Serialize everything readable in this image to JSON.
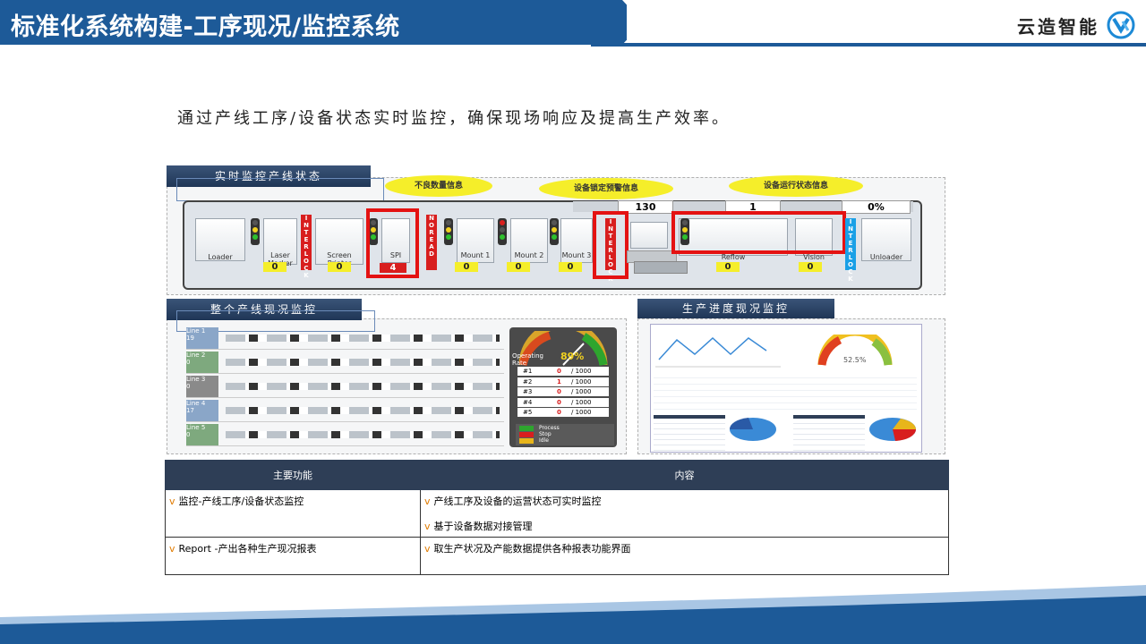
{
  "header": {
    "title": "标准化系统构建-工序现况/监控系统",
    "logo_text": "云造智能"
  },
  "subtitle": "通过产线工序/设备状态实时监控，确保现场响应及提高生产效率。",
  "line_panel": {
    "tab": "实时监控产线状态",
    "callouts": [
      "不良数量信息",
      "设备锁定预警信息",
      "设备运行状态信息"
    ],
    "top_numbers": [
      "130",
      "1",
      "0%"
    ],
    "stations": [
      {
        "label": "Loader",
        "count": ""
      },
      {
        "label": "Laser Marker",
        "count": "0"
      },
      {
        "label": "Screen Printer",
        "count": "0"
      },
      {
        "label": "SPI",
        "count": "4"
      },
      {
        "label": "Mount 1",
        "count": "0"
      },
      {
        "label": "Mount 2",
        "count": "0"
      },
      {
        "label": "Mount 3",
        "count": "0"
      },
      {
        "label": "Reflow",
        "count": "0"
      },
      {
        "label": "Vision",
        "count": "0"
      },
      {
        "label": "Unloader",
        "count": ""
      }
    ],
    "strips": [
      "INTERLOCK",
      "NOREAD",
      "INTERLOCK",
      "INTERLOCK"
    ]
  },
  "overview_panel": {
    "tab": "整个产线现况监控",
    "lines": [
      {
        "name": "Line 1",
        "num": "19"
      },
      {
        "name": "Line 2",
        "num": "0"
      },
      {
        "name": "Line 3",
        "num": "0"
      },
      {
        "name": "Line 4",
        "num": "17"
      },
      {
        "name": "Line 5",
        "num": "0"
      }
    ],
    "gauge_label": "Operating Rate",
    "gauge_value": "89%",
    "rows": [
      {
        "id": "#1",
        "val": "0",
        "total": "/ 1000"
      },
      {
        "id": "#2",
        "val": "1",
        "total": "/ 1000"
      },
      {
        "id": "#3",
        "val": "0",
        "total": "/ 1000"
      },
      {
        "id": "#4",
        "val": "0",
        "total": "/ 1000"
      },
      {
        "id": "#5",
        "val": "0",
        "total": "/ 1000"
      }
    ],
    "legend": [
      "Process",
      "Stop",
      "Idle"
    ],
    "colors": {
      "process": "#2ea52e",
      "stop": "#d81e1e",
      "idle": "#e8b51a"
    }
  },
  "progress_panel": {
    "tab": "生产进度现况监控",
    "gauge_value": "52.5%"
  },
  "feature_table": {
    "headers": [
      "主要功能",
      "内容"
    ],
    "rows": [
      {
        "func": "监控-产线工序/设备状态监控",
        "content": [
          "产线工序及设备的运营状态可实时监控",
          "基于设备数据对接管理"
        ]
      },
      {
        "func": "Report -产出各种生产现况报表",
        "content": [
          "取生产状况及产能数据提供各种报表功能界面"
        ]
      }
    ],
    "bullet": "v"
  }
}
